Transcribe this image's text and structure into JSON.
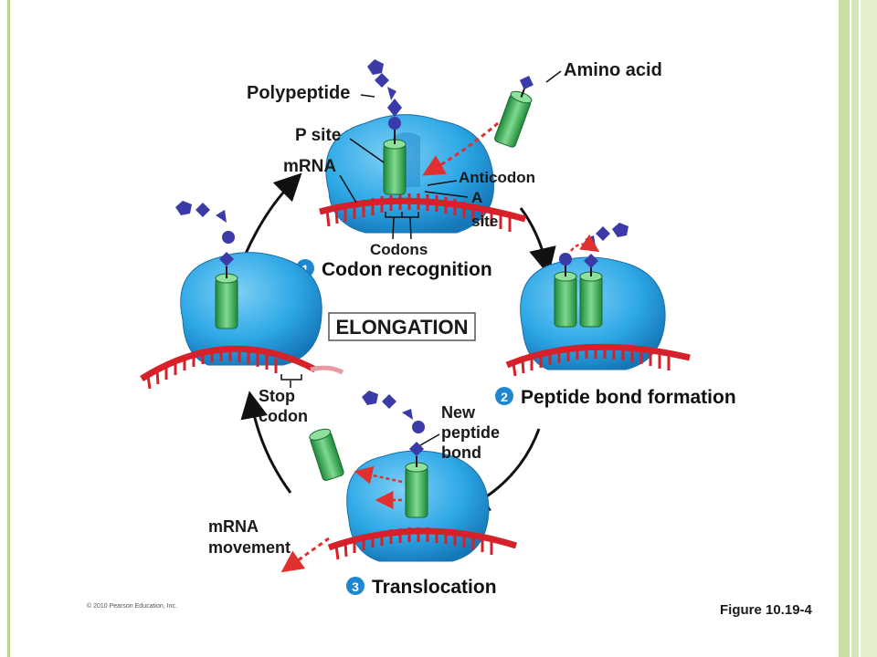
{
  "labels": {
    "polypeptide": "Polypeptide",
    "amino_acid": "Amino acid",
    "p_site": "P site",
    "mrna": "mRNA",
    "anticodon": "Anticodon",
    "a_site_1": "A",
    "a_site_2": "site",
    "codons": "Codons",
    "stop_codon_1": "Stop",
    "stop_codon_2": "codon",
    "new_peptide_1": "New",
    "new_peptide_2": "peptide",
    "new_peptide_3": "bond",
    "mrna_movement_1": "mRNA",
    "mrna_movement_2": "movement"
  },
  "center_title": "ELONGATION",
  "steps": [
    {
      "number": "1",
      "label": "Codon recognition"
    },
    {
      "number": "2",
      "label": "Peptide bond formation"
    },
    {
      "number": "3",
      "label": "Translocation"
    }
  ],
  "copyright": "© 2010 Pearson Education, Inc.",
  "figure_label": "Figure 10.19-4",
  "colors": {
    "ribosome": "#2ea8e6",
    "ribosome_dark": "#1b86c9",
    "trna": "#3bb35a",
    "mrna": "#d6202a",
    "amino_acid": "#3a3aa8",
    "arrow": "#e03030",
    "frame": "#b9d48b"
  }
}
